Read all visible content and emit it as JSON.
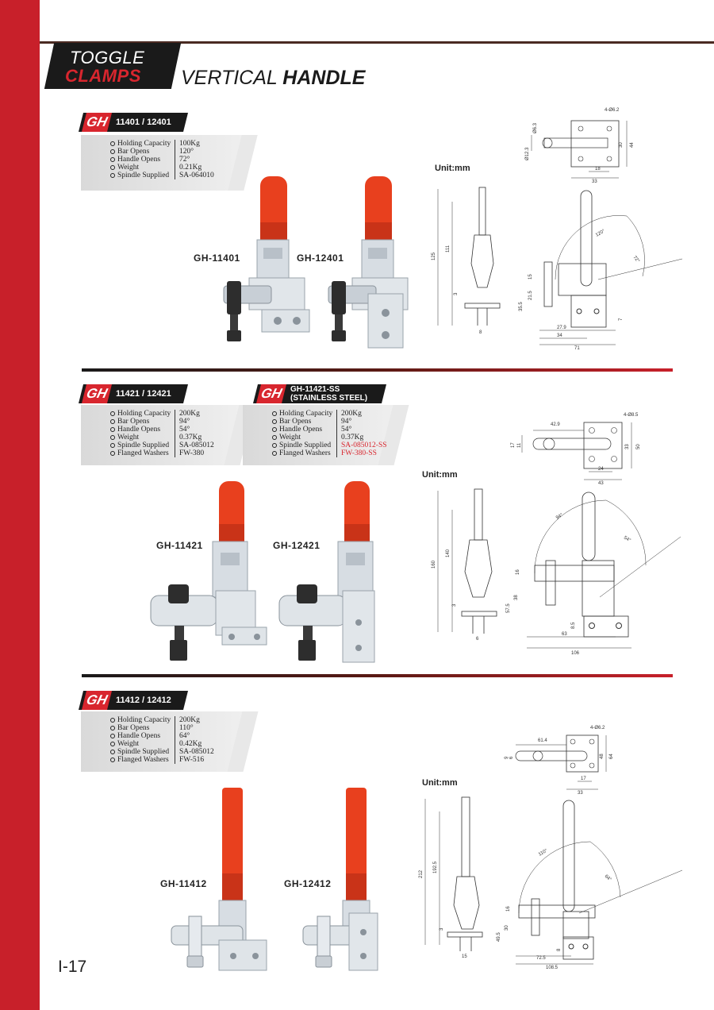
{
  "header": {
    "badge_line1": "TOGGLE",
    "badge_line2": "CLAMPS",
    "title_light": "VERTICAL ",
    "title_bold": "HANDLE"
  },
  "colors": {
    "accent_red": "#c8202a",
    "dark": "#1a1a1a",
    "panel_gray": "#e3e3e3",
    "handle_red": "#e8401e"
  },
  "sections": [
    {
      "tag": {
        "badge": "GH",
        "model": "11401 / 12401"
      },
      "specs": [
        {
          "label": "Holding Capacity",
          "value": "100Kg"
        },
        {
          "label": "Bar Opens",
          "value": "120°"
        },
        {
          "label": "Handle Opens",
          "value": "72°"
        },
        {
          "label": "Weight",
          "value": "0.21Kg"
        },
        {
          "label": "Spindle Supplied",
          "value": "SA-064010"
        }
      ],
      "products": [
        "GH-11401",
        "GH-12401"
      ],
      "unit": "Unit:mm",
      "drawing_top": {
        "dims": [
          "4-Ø6.2",
          "Ø12.3",
          "Ø6.3",
          "30",
          "44",
          "18",
          "33"
        ]
      },
      "drawing_side": {
        "dims": [
          "125",
          "111",
          "3",
          "8",
          "120°",
          "72°",
          "15",
          "21.5",
          "35.5",
          "7",
          "27.9",
          "34",
          "71"
        ]
      }
    },
    {
      "tag": {
        "badge": "GH",
        "model": "11421 / 12421"
      },
      "specs": [
        {
          "label": "Holding Capacity",
          "value": "200Kg"
        },
        {
          "label": "Bar Opens",
          "value": "94°"
        },
        {
          "label": "Handle Opens",
          "value": "54°"
        },
        {
          "label": "Weight",
          "value": "0.37Kg"
        },
        {
          "label": "Spindle Supplied",
          "value": "SA-085012"
        },
        {
          "label": "Flanged Washers",
          "value": "FW-380"
        }
      ],
      "tag_ss": {
        "badge": "GH",
        "model_line1": "GH-11421-SS",
        "model_line2": "(STAINLESS STEEL)"
      },
      "specs_ss": [
        {
          "label": "Holding Capacity",
          "value": "200Kg"
        },
        {
          "label": "Bar Opens",
          "value": "94°"
        },
        {
          "label": "Handle Opens",
          "value": "54°"
        },
        {
          "label": "Weight",
          "value": "0.37Kg"
        },
        {
          "label": "Spindle Supplied",
          "value": "SA-085012-SS"
        },
        {
          "label": "Flanged Washers",
          "value": "FW-380-SS"
        }
      ],
      "products": [
        "GH-11421",
        "GH-12421"
      ],
      "unit": "Unit:mm",
      "drawing_top": {
        "dims": [
          "42.9",
          "4-Ø8.5",
          "17",
          "11",
          "33",
          "50",
          "24",
          "43"
        ]
      },
      "drawing_side": {
        "dims": [
          "160",
          "140",
          "3",
          "6",
          "94°",
          "54°",
          "16",
          "38",
          "57.5",
          "8.5",
          "63",
          "106"
        ]
      }
    },
    {
      "tag": {
        "badge": "GH",
        "model": "11412 / 12412"
      },
      "specs": [
        {
          "label": "Holding Capacity",
          "value": "200Kg"
        },
        {
          "label": "Bar Opens",
          "value": "110°"
        },
        {
          "label": "Handle Opens",
          "value": "64°"
        },
        {
          "label": "Weight",
          "value": "0.42Kg"
        },
        {
          "label": "Spindle Supplied",
          "value": "SA-085012"
        },
        {
          "label": "Flanged Washers",
          "value": "FW-516"
        }
      ],
      "products": [
        "GH-11412",
        "GH-12412"
      ],
      "unit": "Unit:mm",
      "drawing_top": {
        "dims": [
          "61.4",
          "4-Ø6.2",
          "9",
          "6",
          "48",
          "64",
          "17",
          "33"
        ]
      },
      "drawing_side": {
        "dims": [
          "212",
          "192.5",
          "3",
          "15",
          "110°",
          "64°",
          "16",
          "30",
          "49.5",
          "8",
          "72.5",
          "108.5"
        ]
      }
    }
  ],
  "page_number": "I-17"
}
